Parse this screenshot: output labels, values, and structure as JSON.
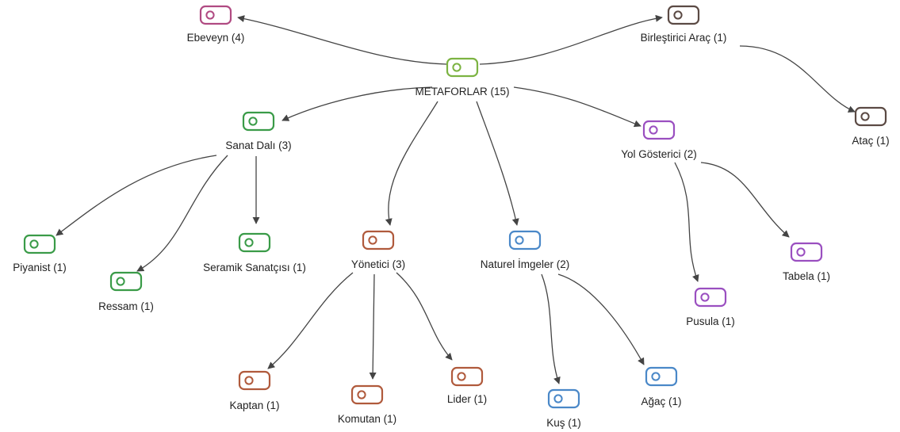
{
  "colors": {
    "root": "#7cb342",
    "ebeveyn": "#b04a82",
    "birlestirici": "#5b4a44",
    "sanat": "#3a9b48",
    "yonetici": "#b05a3c",
    "naturel": "#4a88c8",
    "yol": "#9a4fc0",
    "edge": "#444444"
  },
  "nodes": [
    {
      "id": "metaforlar",
      "label": "METAFORLAR (15)",
      "icon": "tag-icon",
      "color": "root"
    },
    {
      "id": "ebeveyn",
      "label": "Ebeveyn (4)",
      "icon": "tag-icon",
      "color": "ebeveyn"
    },
    {
      "id": "birlestirici",
      "label": "Birleştirici Araç (1)",
      "icon": "tag-icon",
      "color": "birlestirici"
    },
    {
      "id": "atac",
      "label": "Ataç (1)",
      "icon": "tag-icon",
      "color": "birlestirici"
    },
    {
      "id": "sanat",
      "label": "Sanat Dalı (3)",
      "icon": "tag-icon",
      "color": "sanat"
    },
    {
      "id": "piyanist",
      "label": "Piyanist (1)",
      "icon": "tag-icon",
      "color": "sanat"
    },
    {
      "id": "ressam",
      "label": "Ressam (1)",
      "icon": "tag-icon",
      "color": "sanat"
    },
    {
      "id": "seramik",
      "label": "Seramik Sanatçısı (1)",
      "icon": "tag-icon",
      "color": "sanat"
    },
    {
      "id": "yonetici",
      "label": "Yönetici (3)",
      "icon": "tag-icon",
      "color": "yonetici"
    },
    {
      "id": "kaptan",
      "label": "Kaptan (1)",
      "icon": "tag-icon",
      "color": "yonetici"
    },
    {
      "id": "komutan",
      "label": "Komutan (1)",
      "icon": "tag-icon",
      "color": "yonetici"
    },
    {
      "id": "lider",
      "label": "Lider (1)",
      "icon": "tag-icon",
      "color": "yonetici"
    },
    {
      "id": "naturel",
      "label": "Naturel İmgeler (2)",
      "icon": "tag-icon",
      "color": "naturel"
    },
    {
      "id": "kus",
      "label": "Kuş (1)",
      "icon": "tag-icon",
      "color": "naturel"
    },
    {
      "id": "agac",
      "label": "Ağaç (1)",
      "icon": "tag-icon",
      "color": "naturel"
    },
    {
      "id": "yol",
      "label": "Yol Gösterici (2)",
      "icon": "tag-icon",
      "color": "yol"
    },
    {
      "id": "pusula",
      "label": "Pusula (1)",
      "icon": "tag-icon",
      "color": "yol"
    },
    {
      "id": "tabela",
      "label": "Tabela (1)",
      "icon": "tag-icon",
      "color": "yol"
    }
  ],
  "edges": [
    {
      "from": "metaforlar",
      "to": "ebeveyn"
    },
    {
      "from": "metaforlar",
      "to": "birlestirici"
    },
    {
      "from": "birlestirici",
      "to": "atac"
    },
    {
      "from": "metaforlar",
      "to": "sanat"
    },
    {
      "from": "metaforlar",
      "to": "yonetici"
    },
    {
      "from": "metaforlar",
      "to": "naturel"
    },
    {
      "from": "metaforlar",
      "to": "yol"
    },
    {
      "from": "sanat",
      "to": "piyanist"
    },
    {
      "from": "sanat",
      "to": "ressam"
    },
    {
      "from": "sanat",
      "to": "seramik"
    },
    {
      "from": "yonetici",
      "to": "kaptan"
    },
    {
      "from": "yonetici",
      "to": "komutan"
    },
    {
      "from": "yonetici",
      "to": "lider"
    },
    {
      "from": "naturel",
      "to": "kus"
    },
    {
      "from": "naturel",
      "to": "agac"
    },
    {
      "from": "yol",
      "to": "pusula"
    },
    {
      "from": "yol",
      "to": "tabela"
    }
  ]
}
